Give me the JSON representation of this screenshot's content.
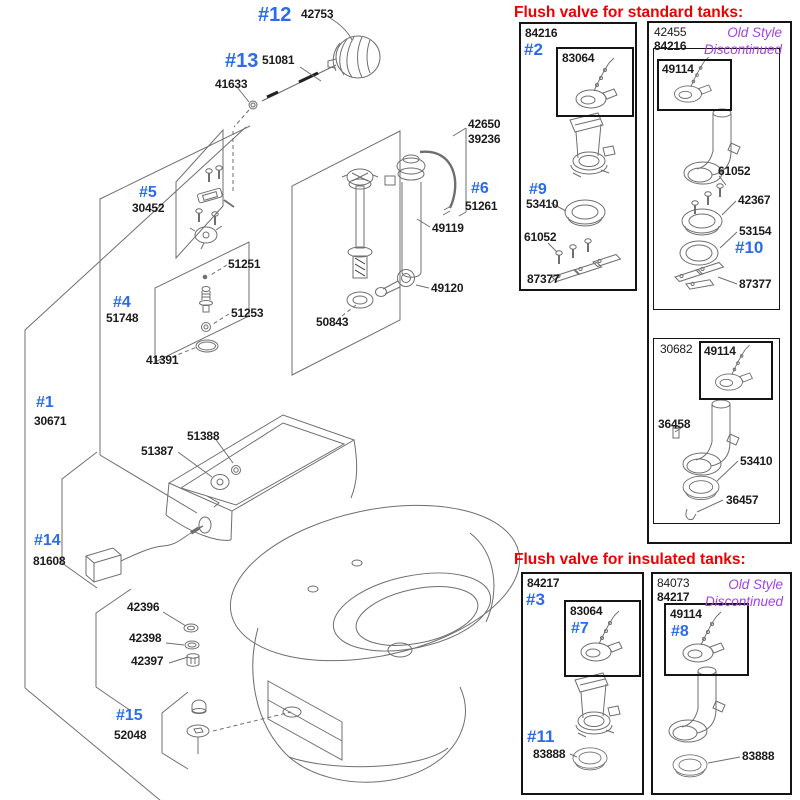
{
  "colors": {
    "callout_blue": "#2b6ce8",
    "header_red": "#ee0000",
    "discontinued_purple": "#a443e6",
    "part_number_ink": "#1c1c1c",
    "line_art_gray": "#6f6f6f"
  },
  "diagram": {
    "ref12": "#12",
    "p42753": "42753",
    "ref13": "#13",
    "p51081": "51081",
    "p41633": "41633",
    "ref5": "#5",
    "p30452": "30452",
    "p51251": "51251",
    "ref4": "#4",
    "p51748": "51748",
    "p51253": "51253",
    "p41391": "41391",
    "p42650": "42650",
    "p39236": "39236",
    "ref6": "#6",
    "p51261": "51261",
    "p49119": "49119",
    "p49120": "49120",
    "p50843": "50843",
    "ref1": "#1",
    "p30671": "30671",
    "p51388": "51388",
    "p51387": "51387",
    "ref14": "#14",
    "p81608": "81608",
    "p42396": "42396",
    "p42398": "42398",
    "p42397": "42397",
    "ref15": "#15",
    "p52048": "52048"
  },
  "standard": {
    "title": "Flush valve for standard tanks:",
    "new_box": {
      "model": "84216",
      "ref": "#2",
      "flapper_model": "83064",
      "ref9": "#9",
      "p53410": "53410",
      "p61052": "61052",
      "p87377": "87377"
    },
    "old_box": {
      "model1": "42455",
      "model2": "84216",
      "status1": "Old Style",
      "status2": "Discontinued",
      "flapper_model": "49114",
      "p61052": "61052",
      "p42367": "42367",
      "p53154": "53154",
      "ref10": "#10",
      "p87377": "87377",
      "lower": {
        "model": "30682",
        "flapper_model": "49114",
        "p36458": "36458",
        "p53410": "53410",
        "p36457": "36457"
      }
    }
  },
  "insulated": {
    "title": "Flush valve for insulated tanks:",
    "new_box": {
      "model": "84217",
      "ref": "#3",
      "flapper_model": "83064",
      "flapper_ref": "#7",
      "ref11": "#11",
      "p83888": "83888"
    },
    "old_box": {
      "model1": "84073",
      "model2": "84217",
      "status1": "Old Style",
      "status2": "Discontinued",
      "flapper_model": "49114",
      "flapper_ref": "#8",
      "p83888": "83888"
    }
  }
}
